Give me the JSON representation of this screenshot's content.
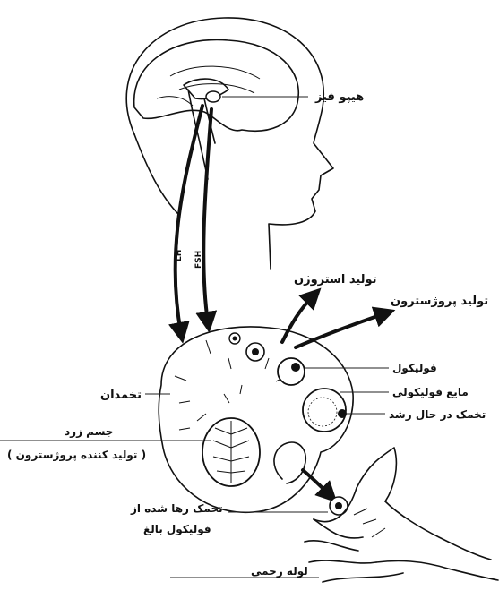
{
  "labels": {
    "pituitary": "هیپو فیز",
    "lh": "LH",
    "fsh": "FSH",
    "estrogen_production": "تولید استروژن",
    "progesterone_production": "تولید پروژسترون",
    "follicle": "فولیکول",
    "follicular_fluid": "مایع فولیکولی",
    "growing_oocyte": "تخمک در حال رشد",
    "ovary": "تخمدان",
    "corpus_luteum_line1": "جسم زرد",
    "corpus_luteum_line2": "( تولید کننده پروژسترون )",
    "released_oocyte_line1": "تخمک رها شده از",
    "released_oocyte_line2": "فولیکول بالغ",
    "fallopian_tube": "لوله رحمی"
  },
  "colors": {
    "ink": "#111111",
    "background": "#ffffff"
  }
}
